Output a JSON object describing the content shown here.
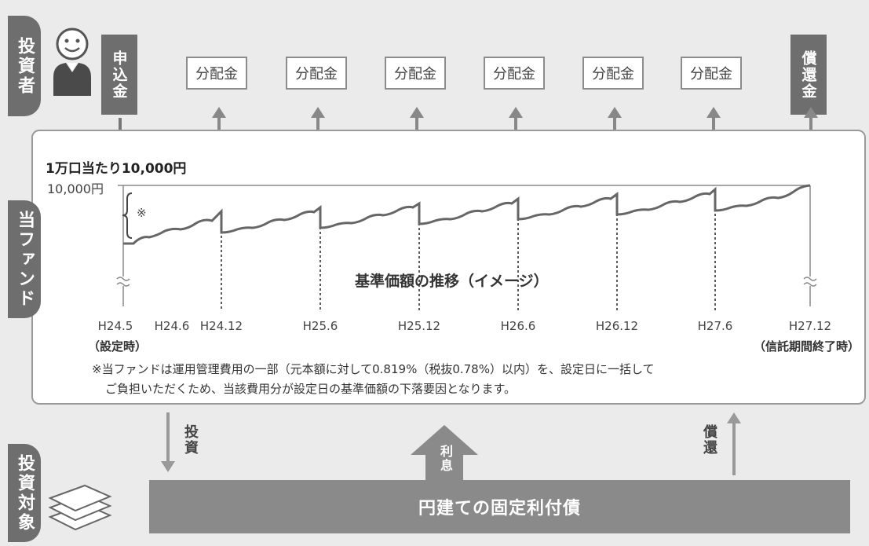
{
  "investor": {
    "tab_label": "投資者",
    "subscription": "申込金",
    "redemption": "償還金"
  },
  "distributions": [
    "分配金",
    "分配金",
    "分配金",
    "分配金",
    "分配金",
    "分配金"
  ],
  "fund": {
    "tab_label": "当ファンド",
    "unit_note": "1万口当たり10,000円",
    "y_label": "10,000円",
    "chart_title": "基準価額の推移（イメージ）",
    "asterisk_mark": "※",
    "x_ticks": [
      "H24.5",
      "H24.6",
      "H24.12",
      "H25.6",
      "H25.12",
      "H26.6",
      "H26.12",
      "H27.6",
      "H27.12"
    ],
    "start_label": "（設定時）",
    "end_label": "（信託期間終了時）",
    "footnote_line1": "※当ファンドは運用管理費用の一部（元本額に対して0.819%（税抜0.78%）以内）を、設定日に一括して",
    "footnote_line2": "ご負担いただくため、当該費用分が設定日の基準価額の下落要因となります。"
  },
  "flows": {
    "invest": "投資",
    "interest": "利息",
    "redeem": "償還"
  },
  "target": {
    "tab_label": "投資対象",
    "bond": "円建ての固定利付債"
  },
  "colors": {
    "background": "#ebebeb",
    "dark_gray": "#6e6e6e",
    "line": "#666666"
  }
}
